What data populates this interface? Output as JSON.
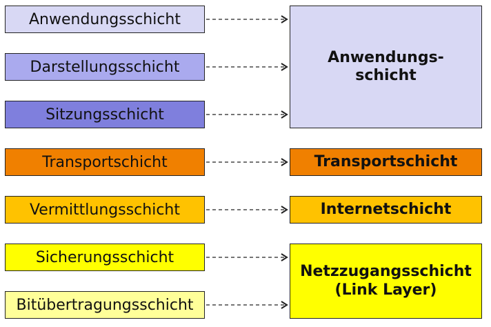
{
  "osi_layers": [
    {
      "label": "Anwendungsschicht",
      "color": "#d8d8f4"
    },
    {
      "label": "Darstellungsschicht",
      "color": "#aaaaee"
    },
    {
      "label": "Sitzungsschicht",
      "color": "#7f7fdd"
    },
    {
      "label": "Transportschicht",
      "color": "#f08000"
    },
    {
      "label": "Vermittlungsschicht",
      "color": "#ffc200"
    },
    {
      "label": "Sicherungsschicht",
      "color": "#ffff00"
    },
    {
      "label": "Bitübertragungsschicht",
      "color": "#ffff99"
    }
  ],
  "tcpip_layers": [
    {
      "label_line1": "Anwendungs-",
      "label_line2": "schicht",
      "color": "#d8d8f4"
    },
    {
      "label_line1": "Transportschicht",
      "label_line2": "",
      "color": "#f08000"
    },
    {
      "label_line1": "Internetschicht",
      "label_line2": "",
      "color": "#ffc200"
    },
    {
      "label_line1": "Netzzugangsschicht",
      "label_line2": "(Link Layer)",
      "color": "#ffff00"
    }
  ]
}
